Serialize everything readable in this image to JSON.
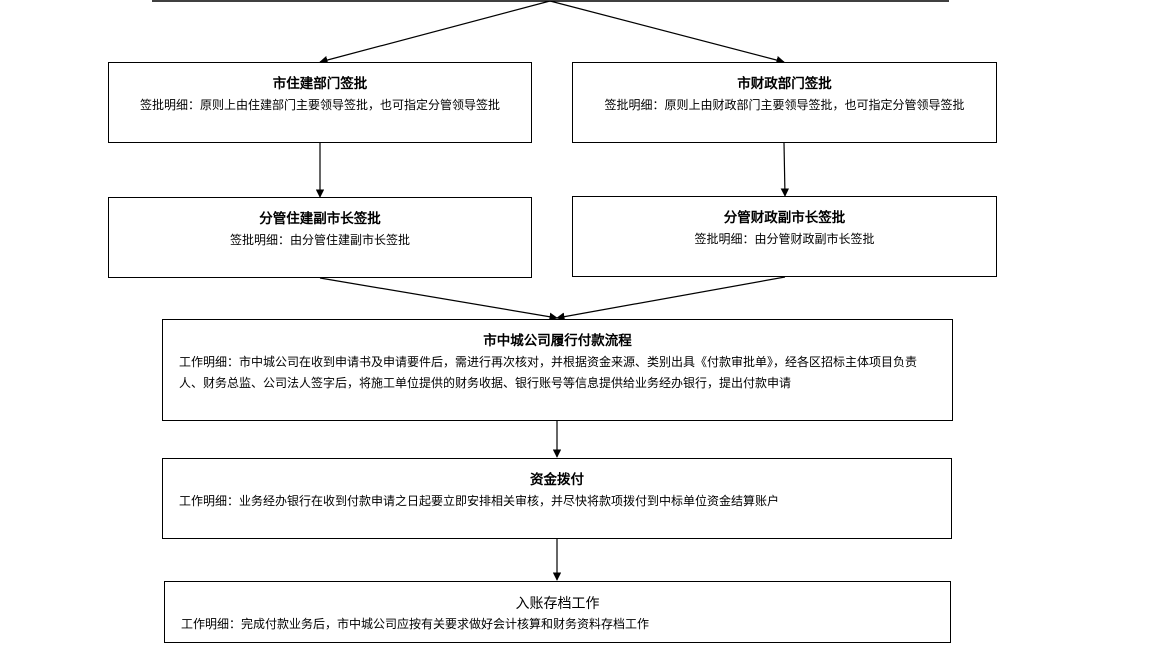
{
  "nodes": {
    "housing_dept": {
      "title": "市住建部门签批",
      "detail": "签批明细：原则上由住建部门主要领导签批，也可指定分管领导签批"
    },
    "finance_dept": {
      "title": "市财政部门签批",
      "detail": "签批明细：原则上由财政部门主要领导签批，也可指定分管领导签批"
    },
    "housing_vice_mayor": {
      "title": "分管住建副市长签批",
      "detail": "签批明细：由分管住建副市长签批"
    },
    "finance_vice_mayor": {
      "title": "分管财政副市长签批",
      "detail": "签批明细：由分管财政副市长签批"
    },
    "payment_process": {
      "title": "市中城公司履行付款流程",
      "detail": "工作明细：市中城公司在收到申请书及申请要件后，需进行再次核对，并根据资金来源、类别出具《付款审批单》，经各区招标主体项目负责人、财务总监、公司法人签字后，将施工单位提供的财务收据、银行账号等信息提供给业务经办银行，提出付款申请"
    },
    "fund_disbursement": {
      "title": "资金拨付",
      "detail": "工作明细：业务经办银行在收到付款申请之日起要立即安排相关审核，并尽快将款项拨付到中标单位资金结算账户"
    },
    "archiving": {
      "title": "入账存档工作",
      "detail": "工作明细：完成付款业务后，市中城公司应按有关要求做好会计核算和财务资料存档工作"
    }
  },
  "colors": {
    "line": "#000000",
    "background": "#ffffff"
  }
}
